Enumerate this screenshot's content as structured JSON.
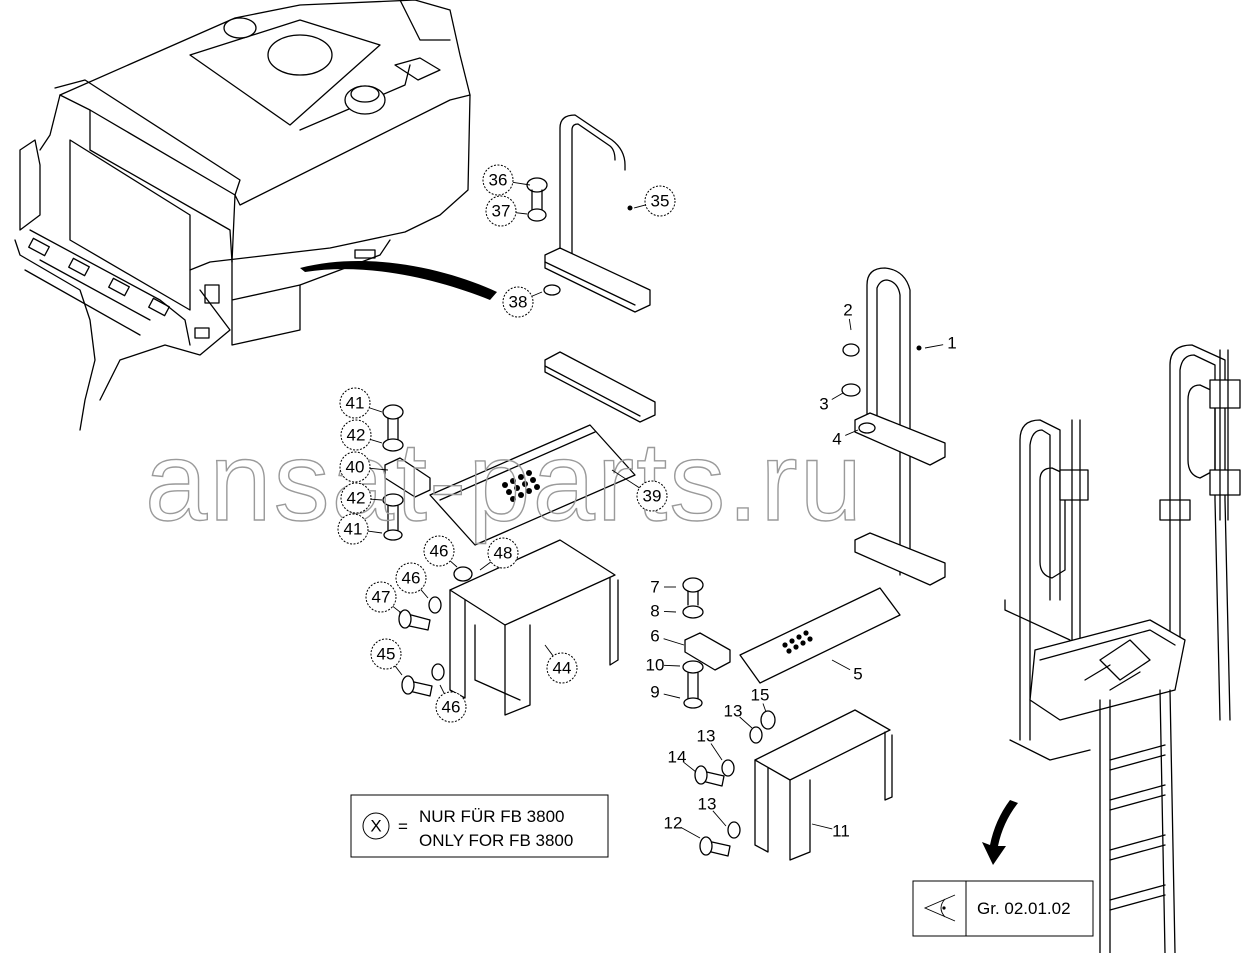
{
  "watermark": "ansat-parts.ru",
  "legend": {
    "symbol": "X",
    "equals": "=",
    "line1": "NUR FÜR FB 3800",
    "line2": "ONLY FOR FB 3800"
  },
  "reference": {
    "label": "Gr. 02.01.02"
  },
  "callouts": [
    {
      "id": "36",
      "label": "36",
      "circled": true
    },
    {
      "id": "37",
      "label": "37",
      "circled": true
    },
    {
      "id": "35",
      "label": "35",
      "circled": true
    },
    {
      "id": "38",
      "label": "38",
      "circled": true
    },
    {
      "id": "41a",
      "label": "41",
      "circled": true
    },
    {
      "id": "42a",
      "label": "42",
      "circled": true
    },
    {
      "id": "40",
      "label": "40",
      "circled": true
    },
    {
      "id": "42b",
      "label": "42",
      "circled": true
    },
    {
      "id": "41b",
      "label": "41",
      "circled": true
    },
    {
      "id": "39",
      "label": "39",
      "circled": true
    },
    {
      "id": "46a",
      "label": "46",
      "circled": true
    },
    {
      "id": "48",
      "label": "48",
      "circled": true
    },
    {
      "id": "46b",
      "label": "46",
      "circled": true
    },
    {
      "id": "47",
      "label": "47",
      "circled": true
    },
    {
      "id": "44",
      "label": "44",
      "circled": true
    },
    {
      "id": "45",
      "label": "45",
      "circled": true
    },
    {
      "id": "46c",
      "label": "46",
      "circled": true
    },
    {
      "id": "2",
      "label": "2",
      "circled": false
    },
    {
      "id": "1",
      "label": "1",
      "circled": false
    },
    {
      "id": "3",
      "label": "3",
      "circled": false
    },
    {
      "id": "4",
      "label": "4",
      "circled": false
    },
    {
      "id": "7",
      "label": "7",
      "circled": false
    },
    {
      "id": "8",
      "label": "8",
      "circled": false
    },
    {
      "id": "6",
      "label": "6",
      "circled": false
    },
    {
      "id": "5",
      "label": "5",
      "circled": false
    },
    {
      "id": "10",
      "label": "10",
      "circled": false
    },
    {
      "id": "9",
      "label": "9",
      "circled": false
    },
    {
      "id": "15",
      "label": "15",
      "circled": false
    },
    {
      "id": "13a",
      "label": "13",
      "circled": false
    },
    {
      "id": "13b",
      "label": "13",
      "circled": false
    },
    {
      "id": "14",
      "label": "14",
      "circled": false
    },
    {
      "id": "13c",
      "label": "13",
      "circled": false
    },
    {
      "id": "12",
      "label": "12",
      "circled": false
    },
    {
      "id": "11",
      "label": "11",
      "circled": false
    }
  ]
}
